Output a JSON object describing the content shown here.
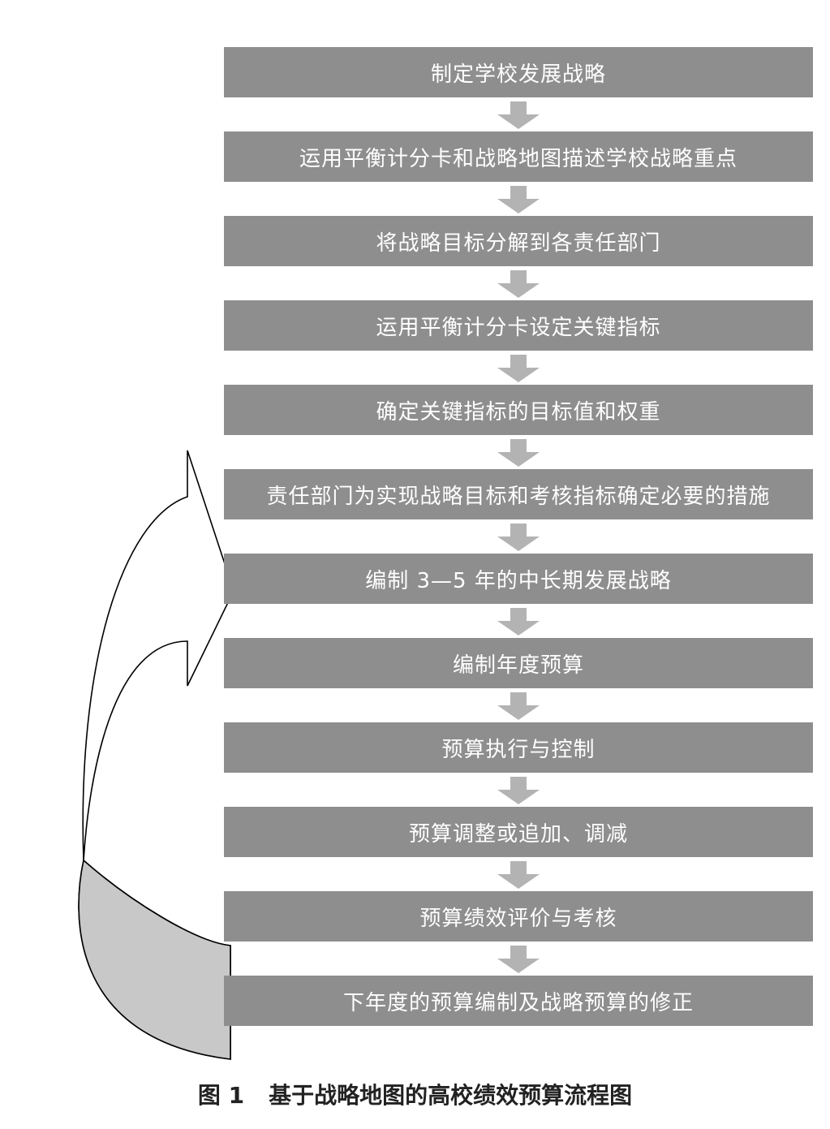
{
  "steps": [
    "制定学校发展战略",
    "运用平衡计分卡和战略地图描述学校战略重点",
    "将战略目标分解到各责任部门",
    "运用平衡计分卡设定关键指标",
    "确定关键指标的目标值和权重",
    "责任部门为实现战略目标和考核指标确定必要的措施",
    "编制 3—5 年的中长期发展战略",
    "编制年度预算",
    "预算执行与控制",
    "预算调整或追加、调减",
    "预算绩效评价与考核",
    "下年度的预算编制及战略预算的修正"
  ],
  "caption": {
    "number": "图 1",
    "title": "基于战略地图的高校绩效预算流程图"
  },
  "colors": {
    "box": "#8e8e8e",
    "arrow": "#b3b3b3",
    "loop_fill": "#c8c8c8"
  }
}
